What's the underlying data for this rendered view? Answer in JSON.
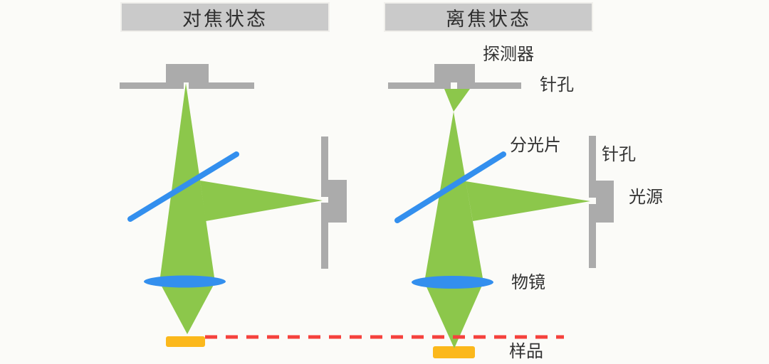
{
  "diagram": {
    "name": "confocal-microscope-focus-vs-defocus",
    "panels": [
      {
        "id": "focused",
        "title": "对焦状态"
      },
      {
        "id": "defocused",
        "title": "离焦状态"
      }
    ],
    "labels": {
      "detector": "探测器",
      "pinhole_top": "针孔",
      "beam_splitter": "分光片",
      "pinhole_source": "针孔",
      "light_source": "光源",
      "objective": "物镜",
      "sample": "样品"
    },
    "colors": {
      "beam_green": "#8CC74B",
      "optics_blue": "#338FEE",
      "hardware_gray": "#ABABAB",
      "sample_yellow": "#FBB81C",
      "focal_line_red": "#F5413C",
      "title_box_bg": "#CACACA",
      "text": "#333333",
      "background": "#FBFBF8"
    }
  }
}
